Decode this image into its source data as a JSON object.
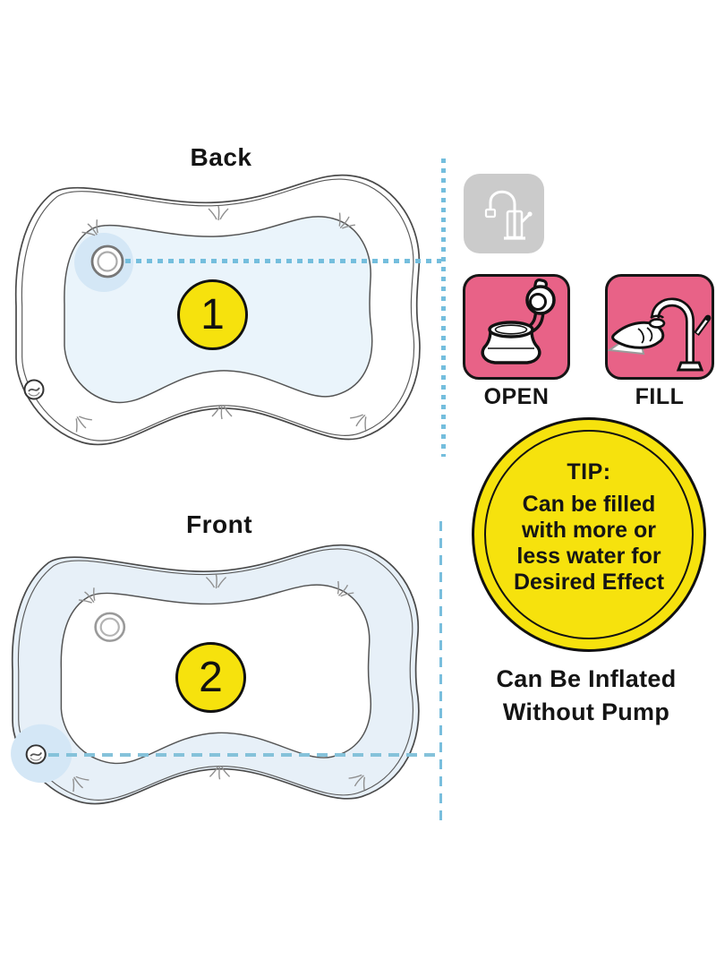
{
  "page": {
    "background": "#ffffff"
  },
  "colors": {
    "accent_pink": "#e86287",
    "accent_yellow": "#f6e20d",
    "guide_line_blue": "#74bedd",
    "mat_water_blue": "#eaf4fb",
    "ring_water_blue": "#e7f0f8",
    "valve_halo_blue": "#d4e7f6",
    "icon_gray_bg": "#cbcbcb"
  },
  "diagrams": {
    "back": {
      "label": "Back",
      "badge": "1"
    },
    "front": {
      "label": "Front",
      "badge": "2"
    }
  },
  "steps": {
    "source_icon": "faucet-icon",
    "open": {
      "label": "OPEN",
      "icon": "open-valve-cap-icon"
    },
    "fill": {
      "label": "FILL",
      "icon": "fill-from-faucet-icon"
    }
  },
  "tip": {
    "title": "TIP:",
    "lines": [
      "Can be filled",
      "with more or",
      "less water for",
      "Desired Effect"
    ]
  },
  "footer": {
    "line1": "Can Be Inflated",
    "line2": "Without Pump"
  }
}
